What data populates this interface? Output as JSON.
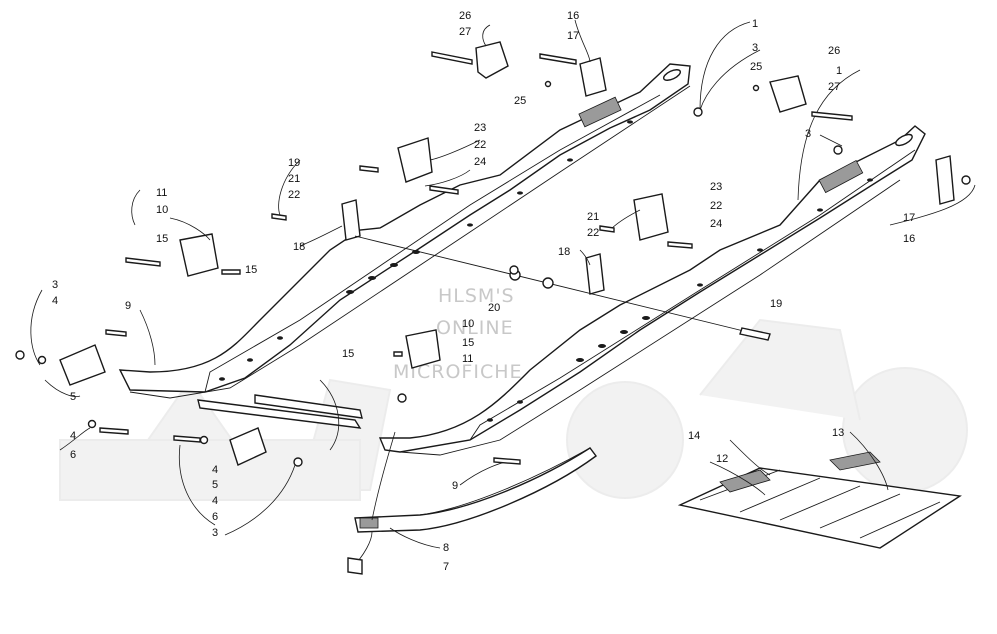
{
  "watermark": {
    "lines": [
      "HLSM'S",
      "ONLINE",
      "MICROFICHE"
    ]
  },
  "callouts": [
    "1",
    "1",
    "3",
    "3",
    "3",
    "3",
    "4",
    "4",
    "4",
    "4",
    "5",
    "5",
    "6",
    "6",
    "7",
    "8",
    "9",
    "9",
    "10",
    "10",
    "11",
    "11",
    "12",
    "13",
    "14",
    "15",
    "15",
    "15",
    "15",
    "16",
    "16",
    "17",
    "17",
    "18",
    "18",
    "19",
    "19",
    "20",
    "21",
    "21",
    "22",
    "22",
    "22",
    "22",
    "23",
    "23",
    "24",
    "24",
    "25",
    "25",
    "26",
    "26",
    "27",
    "27"
  ]
}
